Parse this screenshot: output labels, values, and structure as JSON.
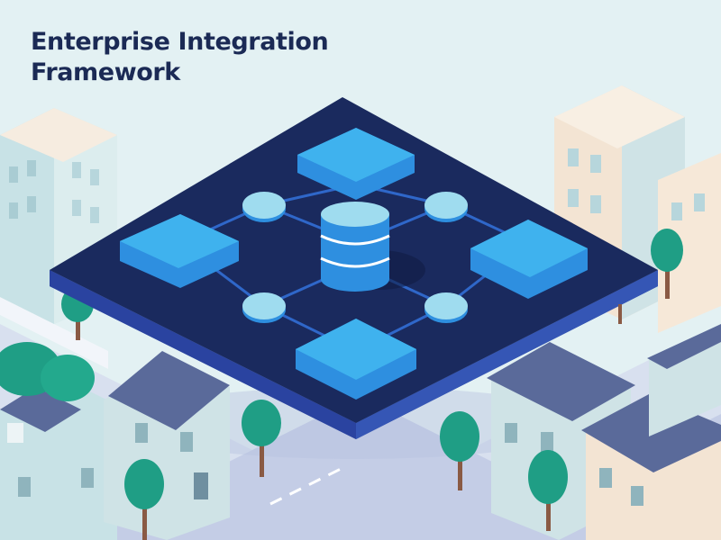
{
  "title": {
    "line1": "Enterprise Integration",
    "line2": "Framework"
  },
  "colors": {
    "background": "#e3f1f3",
    "title_text": "#1b2a55",
    "platform_top": "#1a2a5e",
    "platform_side": "#2d4aa5",
    "connector_line": "#2f67c9",
    "node_block": "#2e8fe0",
    "node_block_top": "#3fb2ee",
    "hub_circle": "#9fdcef",
    "database": "#3a9ee6",
    "tree": "#1f9e85",
    "building_wall": "#c8e2e6",
    "roof": "#5a6a9a",
    "road": "#c4cde6"
  },
  "diagram": {
    "center": {
      "name": "database-cylinder-icon"
    },
    "blocks": [
      "top",
      "left",
      "right",
      "bottom"
    ],
    "hubs": [
      "top-left",
      "top-right",
      "bottom-left",
      "bottom-right"
    ]
  }
}
